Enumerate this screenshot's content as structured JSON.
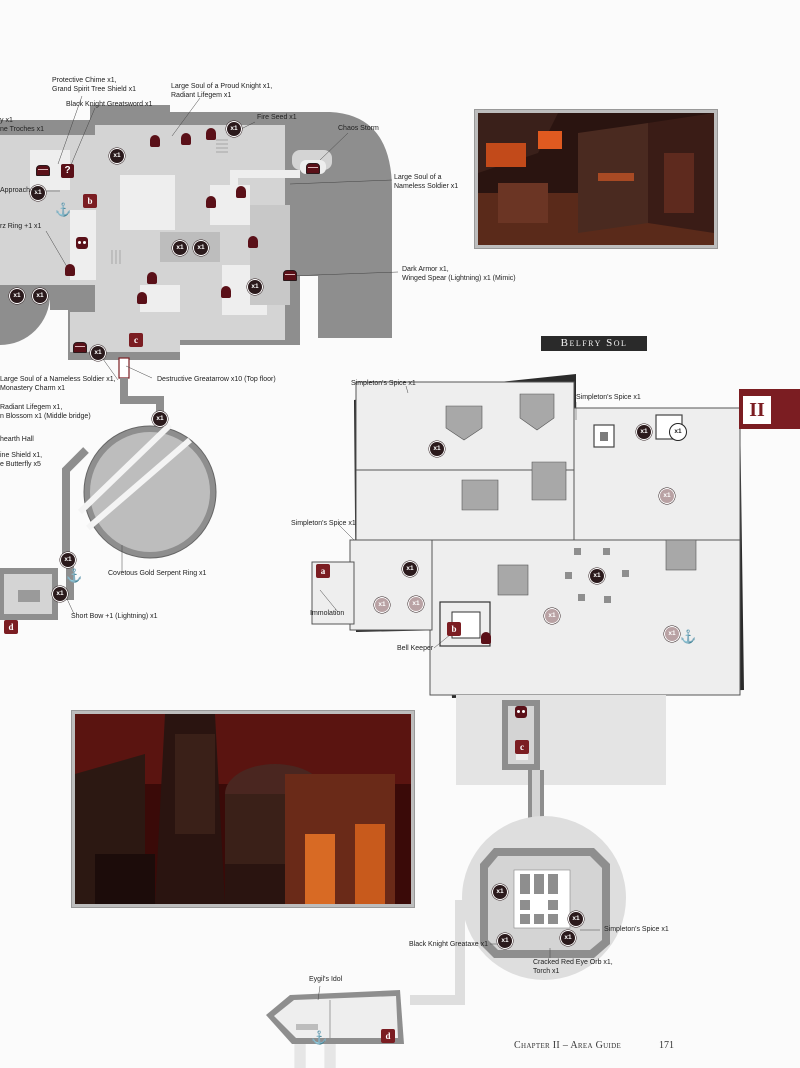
{
  "section_title": "Belfry Sol",
  "chapter_tab": "II",
  "footer": {
    "chapter": "Chapter II – Area Guide",
    "page_number": "171"
  },
  "marker_text": {
    "count": "x1",
    "letters": [
      "a",
      "b",
      "c",
      "d"
    ],
    "sign": "?"
  },
  "colors": {
    "map_dark": "#8e8e8e",
    "map_floor": "#d4d4d4",
    "room_light": "#eeeeee",
    "marker": "#2b1a1c",
    "accent": "#7b1d22",
    "unvisited_marker": "#b9a2a4"
  },
  "left_map_labels": {
    "protective_chime": "Protective Chime x1,\nGrand Spirit Tree Shield x1",
    "black_knight_greatsword": "Black Knight Greatsword x1",
    "large_soul_proud_knight": "Large Soul of a Proud Knight x1,\nRadiant Lifegem x1",
    "fire_seed": "Fire Seed x1",
    "chaos_storm": "Chaos Storm",
    "large_soul_nameless_right": "Large Soul of a\nNameless Soldier x1",
    "troches": "y x1\nne Troches x1",
    "approach": "Approach x1",
    "ring": "rz Ring +1 x1",
    "dark_armor": "Dark Armor x1,\nWinged Spear (Lightning) x1 (Mimic)",
    "destructive_greatarrow": "Destructive Greatarrow x10 (Top floor)",
    "large_soul_monastery": "Large Soul of a Nameless Soldier x1,\nMonastery Charm x1",
    "radiant_lifegem": "Radiant Lifegem x1,\nn Blossom x1 (Middle bridge)",
    "hearth_hall": "hearth Hall",
    "shield_butterfly": "ine Shield x1,\ne Butterfly x5",
    "covetous_ring": "Covetous Gold Serpent Ring x1",
    "short_bow": "Short Bow +1 (Lightning) x1"
  },
  "belfry_labels": {
    "simpletons_spice_top": "Simpleton's Spice x1",
    "simpletons_spice_right": "Simpleton's Spice x1",
    "simpletons_spice_left": "Simpleton's Spice x1",
    "immolation": "Immolation",
    "bell_keeper": "Bell Keeper"
  },
  "lower_map_labels": {
    "black_knight_greataxe": "Black Knight Greataxe x1",
    "simpletons_spice": "Simpleton's Spice x1",
    "cracked_red_eye_orb": "Cracked Red Eye Orb x1,\nTorch x1",
    "eygils_idol": "Eygil's Idol"
  }
}
